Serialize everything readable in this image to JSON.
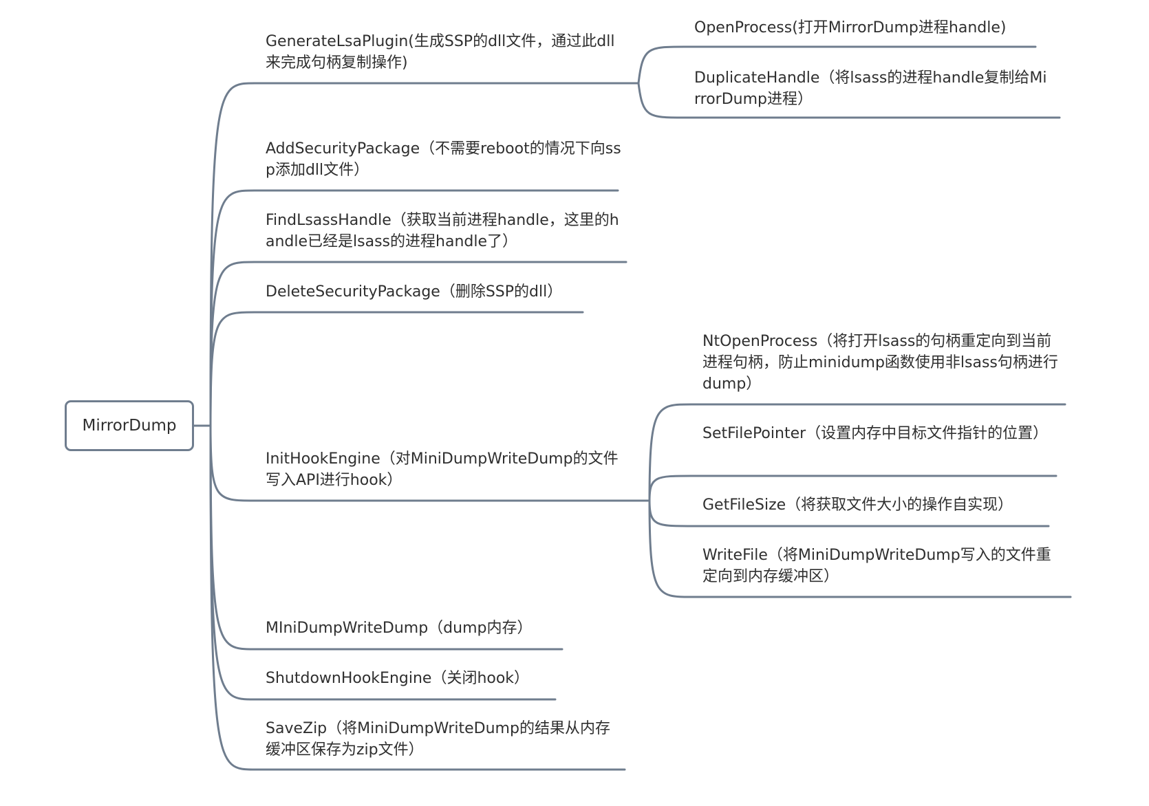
{
  "diagram": {
    "edge_color": "#6f7d8e",
    "text_color": "#2f2f2f",
    "root": {
      "label": "MirrorDump"
    },
    "branches": [
      {
        "label": "GenerateLsaPlugin(生成SSP的dll文件，通过此dll来完成句柄复制操作)",
        "children": [
          {
            "label": "OpenProcess(打开MirrorDump进程handle)"
          },
          {
            "label": "DuplicateHandle（将lsass的进程handle复制给MirrorDump进程）"
          }
        ]
      },
      {
        "label": "AddSecurityPackage（不需要reboot的情况下向ssp添加dll文件）"
      },
      {
        "label": "FindLsassHandle（获取当前进程handle，这里的handle已经是lsass的进程handle了）"
      },
      {
        "label": "DeleteSecurityPackage（删除SSP的dll）"
      },
      {
        "label": "InitHookEngine（对MiniDumpWriteDump的文件写入API进行hook）",
        "children": [
          {
            "label": "NtOpenProcess（将打开lsass的句柄重定向到当前进程句柄，防止minidump函数使用非lsass句柄进行dump）"
          },
          {
            "label": "SetFilePointer（设置内存中目标文件指针的位置）"
          },
          {
            "label": "GetFileSize（将获取文件大小的操作自实现）"
          },
          {
            "label": "WriteFile（将MiniDumpWriteDump写入的文件重定向到内存缓冲区）"
          }
        ]
      },
      {
        "label": "MIniDumpWriteDump（dump内存）"
      },
      {
        "label": "ShutdownHookEngine（关闭hook）"
      },
      {
        "label": "SaveZip（将MiniDumpWriteDump的结果从内存缓冲区保存为zip文件）"
      }
    ]
  }
}
